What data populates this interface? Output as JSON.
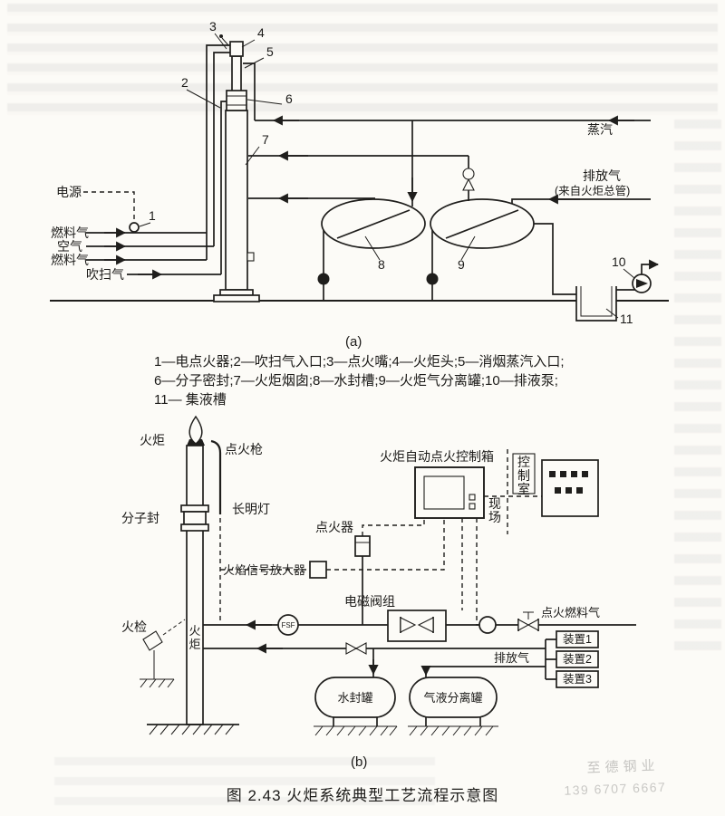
{
  "figure": {
    "caption": "图 2.43  火炬系统典型工艺流程示意图",
    "label_a": "(a)",
    "label_b": "(b)"
  },
  "diagram_a": {
    "pipe_labels": {
      "steam": "蒸汽",
      "vent_gas": "排放气",
      "vent_gas_source": "(来自火炬总管)",
      "power": "电源",
      "fuel_gas_top": "燃料气",
      "air": "空气",
      "fuel_gas_bottom": "燃料气",
      "purge_gas": "吹扫气"
    },
    "callouts": {
      "n1": "1",
      "n2": "2",
      "n3": "3",
      "n4": "4",
      "n5": "5",
      "n6": "6",
      "n7": "7",
      "n8": "8",
      "n9": "9",
      "n10": "10",
      "n11": "11"
    }
  },
  "legend": {
    "line1": "1—电点火器;2—吹扫气入口;3—点火嘴;4—火炬头;5—消烟蒸汽入口;",
    "line2": "6—分子密封;7—火炬烟囱;8—水封槽;9—火炬气分离罐;10—排液泵;",
    "line3": "11— 集液槽"
  },
  "diagram_b": {
    "labels": {
      "flare": "火炬",
      "ignition_gun": "点火枪",
      "pilot_burner": "长明灯",
      "molecular_seal": "分子封",
      "igniter": "点火器",
      "control_box": "火炬自动点火控制箱",
      "control_room": "控制室",
      "field_site": "现场",
      "flame_signal_amplifier": "火焰信号放大器",
      "solenoid_valve_group": "电磁阀组",
      "fsf": "FSF",
      "flame_detector": "火检",
      "flare_stack": "火炬",
      "ignition_fuel_gas": "点火燃料气",
      "vent_gas": "排放气",
      "unit_1": "装置1",
      "unit_2": "装置2",
      "unit_3": "装置3",
      "water_seal_tank": "水封罐",
      "gas_liquid_separator": "气液分离罐"
    }
  },
  "watermark": {
    "company": "至德钢业",
    "phone": "139 6707 6667"
  }
}
